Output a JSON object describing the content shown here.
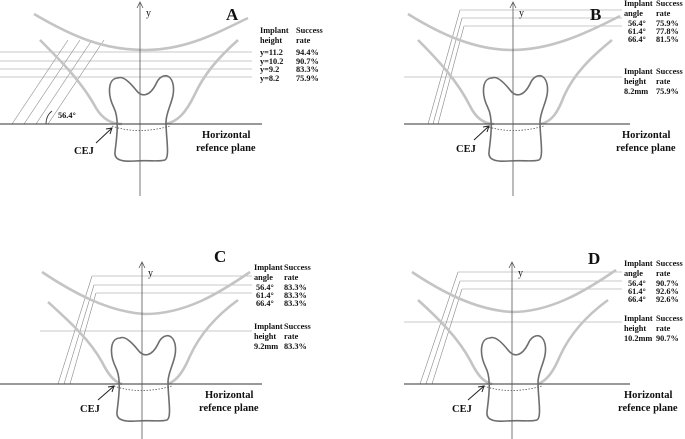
{
  "panels": [
    {
      "letter": "A",
      "axis_label": "y",
      "angle_label": "56.4°",
      "cej_label": "CEJ",
      "plane_label_1": "Horizontal",
      "plane_label_2": "refence plane",
      "table": {
        "header_1": [
          "Implant",
          "Success"
        ],
        "header_2": [
          "height",
          "rate"
        ],
        "rows": [
          [
            "y=11.2",
            "94.4%"
          ],
          [
            "y=10.2",
            "90.7%"
          ],
          [
            "y=9.2",
            "83.3%"
          ],
          [
            "y=8.2",
            "75.9%"
          ]
        ]
      }
    },
    {
      "letter": "B",
      "axis_label": "y",
      "cej_label": "CEJ",
      "plane_label_1": "Horizontal",
      "plane_label_2": "refence plane",
      "angle_table": {
        "header_1": [
          "Implant",
          "Success"
        ],
        "header_2": [
          "angle",
          "rate"
        ],
        "rows": [
          [
            "56.4°",
            "75.9%"
          ],
          [
            "61.4°",
            "77.8%"
          ],
          [
            "66.4°",
            "81.5%"
          ]
        ]
      },
      "height_table": {
        "header_1": [
          "Implant",
          "Success"
        ],
        "header_2": [
          "height",
          "rate"
        ],
        "rows": [
          [
            "8.2mm",
            "75.9%"
          ]
        ]
      }
    },
    {
      "letter": "C",
      "axis_label": "y",
      "cej_label": "CEJ",
      "plane_label_1": "Horizontal",
      "plane_label_2": "refence plane",
      "angle_table": {
        "header_1": [
          "Implant",
          "Success"
        ],
        "header_2": [
          "angle",
          "rate"
        ],
        "rows": [
          [
            "56.4°",
            "83.3%"
          ],
          [
            "61.4°",
            "83.3%"
          ],
          [
            "66.4°",
            "83.3%"
          ]
        ]
      },
      "height_table": {
        "header_1": [
          "Implant",
          "Success"
        ],
        "header_2": [
          "height",
          "rate"
        ],
        "rows": [
          [
            "9.2mm",
            "83.3%"
          ]
        ]
      }
    },
    {
      "letter": "D",
      "axis_label": "y",
      "cej_label": "CEJ",
      "plane_label_1": "Horizontal",
      "plane_label_2": "refence plane",
      "angle_table": {
        "header_1": [
          "Implant",
          "Success"
        ],
        "header_2": [
          "angle",
          "rate"
        ],
        "rows": [
          [
            "56.4°",
            "90.7%"
          ],
          [
            "61.4°",
            "92.6%"
          ],
          [
            "66.4°",
            "92.6%"
          ]
        ]
      },
      "height_table": {
        "header_1": [
          "Implant",
          "Success"
        ],
        "header_2": [
          "height",
          "rate"
        ],
        "rows": [
          [
            "10.2mm",
            "90.7%"
          ]
        ]
      }
    }
  ],
  "colors": {
    "bone_outline": "#c4c4c4",
    "tooth_outline": "#6e6e6e",
    "guide_line": "#b8b8b8",
    "axis_line": "#555555",
    "text": "#111111"
  }
}
